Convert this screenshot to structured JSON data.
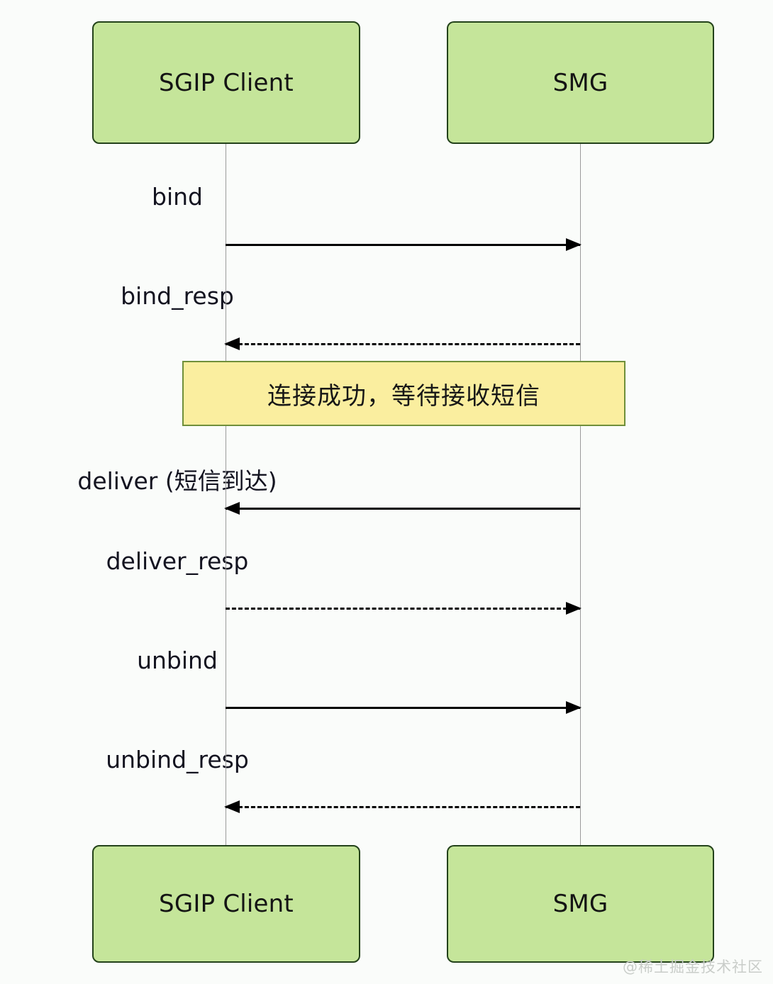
{
  "diagram": {
    "type": "sequence-diagram",
    "background_color": "#fafcfa",
    "participants": [
      {
        "id": "client",
        "label": "SGIP Client",
        "fill": "#c5e59a",
        "stroke": "#23421a"
      },
      {
        "id": "smg",
        "label": "SMG",
        "fill": "#c5e59a",
        "stroke": "#23421a"
      }
    ],
    "messages": [
      {
        "label": "bind",
        "from": "client",
        "to": "smg",
        "style": "solid",
        "direction": "right"
      },
      {
        "label": "bind_resp",
        "from": "smg",
        "to": "client",
        "style": "dashed",
        "direction": "left"
      },
      {
        "label": "deliver (短信到达)",
        "from": "smg",
        "to": "client",
        "style": "solid",
        "direction": "left"
      },
      {
        "label": "deliver_resp",
        "from": "client",
        "to": "smg",
        "style": "dashed",
        "direction": "right"
      },
      {
        "label": "unbind",
        "from": "client",
        "to": "smg",
        "style": "solid",
        "direction": "right"
      },
      {
        "label": "unbind_resp",
        "from": "smg",
        "to": "client",
        "style": "dashed",
        "direction": "left"
      }
    ],
    "note": {
      "text": "连接成功，等待接收短信",
      "fill": "#faee9f",
      "stroke": "#6f8f3a"
    },
    "watermark": "@稀土掘金技术社区"
  }
}
